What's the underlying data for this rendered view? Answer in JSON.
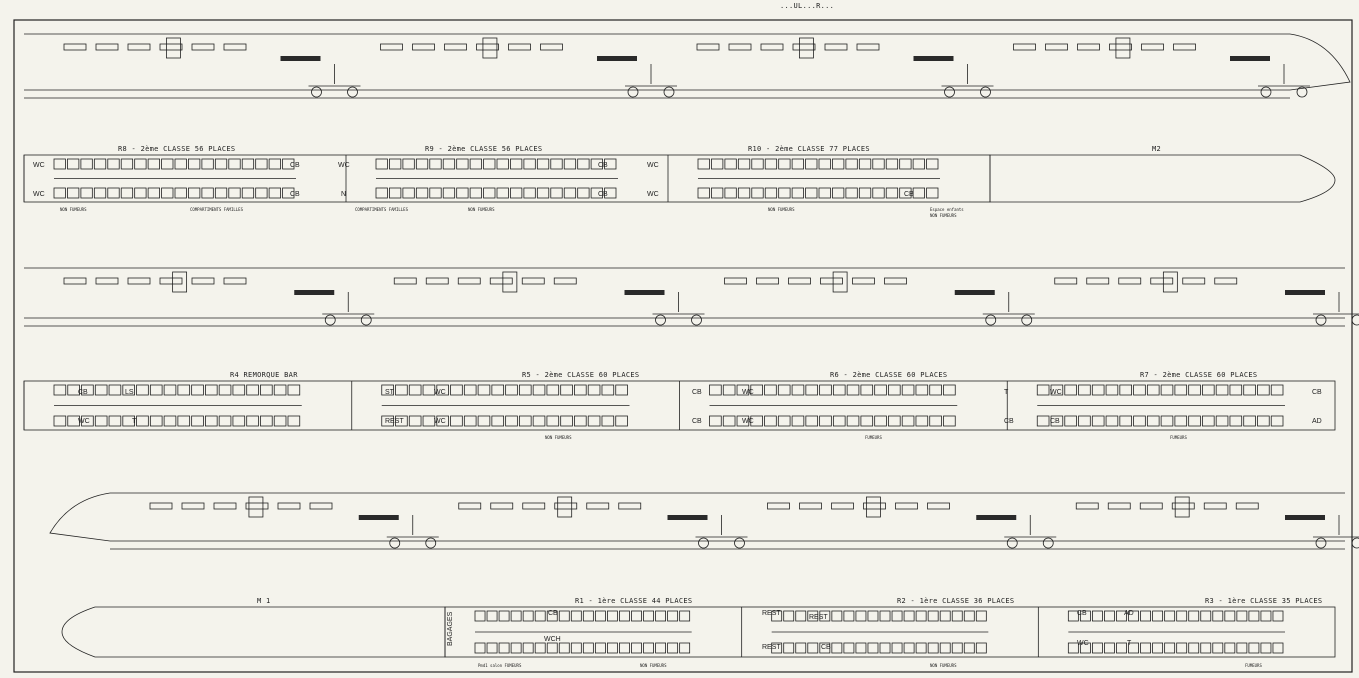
{
  "header": {
    "top_text": "...UL...R..."
  },
  "coaches": {
    "r8": {
      "title": "R8 - 2ème CLASSE 56 PLACES",
      "notes": [
        "NON FUMEURS",
        "COMPARTIMENTS FAMILLES"
      ]
    },
    "r9": {
      "title": "R9 - 2ème CLASSE 56 PLACES",
      "notes": [
        "COMPARTIMENTS FAMILLES",
        "NON FUMEURS"
      ]
    },
    "r10": {
      "title": "R10 - 2ème CLASSE 77 PLACES",
      "notes": [
        "NON FUMEURS",
        "Espace enfants",
        "NON FUMEURS"
      ]
    },
    "m2": {
      "title": "M2"
    },
    "r4": {
      "title": "R4 REMORQUE BAR"
    },
    "r5": {
      "title": "R5 - 2ème CLASSE 60 PLACES",
      "notes": [
        "NON FUMEURS"
      ]
    },
    "r6": {
      "title": "R6 - 2ème CLASSE 60 PLACES",
      "notes": [
        "FUMEURS"
      ]
    },
    "r7": {
      "title": "R7 - 2ème CLASSE 60 PLACES",
      "notes": [
        "FUMEURS"
      ]
    },
    "m1": {
      "title": "M 1"
    },
    "r1": {
      "title": "R1 - 1ère CLASSE 44 PLACES",
      "notes": [
        "Pmd1 salon FUMEURS",
        "NON FUMEURS"
      ]
    },
    "r2": {
      "title": "R2 - 1ère CLASSE 36 PLACES",
      "notes": [
        "NON FUMEURS"
      ]
    },
    "r3": {
      "title": "R3 - 1ère CLASSE 35 PLACES",
      "notes": [
        "FUMEURS"
      ]
    }
  },
  "tags": {
    "wc": "WC",
    "cb": "CB",
    "n": "N",
    "ls": "LS",
    "t": "T",
    "st": "ST",
    "rest": "REST",
    "ad": "AD",
    "wch": "WCH",
    "bagages": "BAGAGES"
  },
  "colors": {
    "ink": "#222222",
    "paper": "#f4f3ec",
    "fill": "#2a2a2a"
  }
}
